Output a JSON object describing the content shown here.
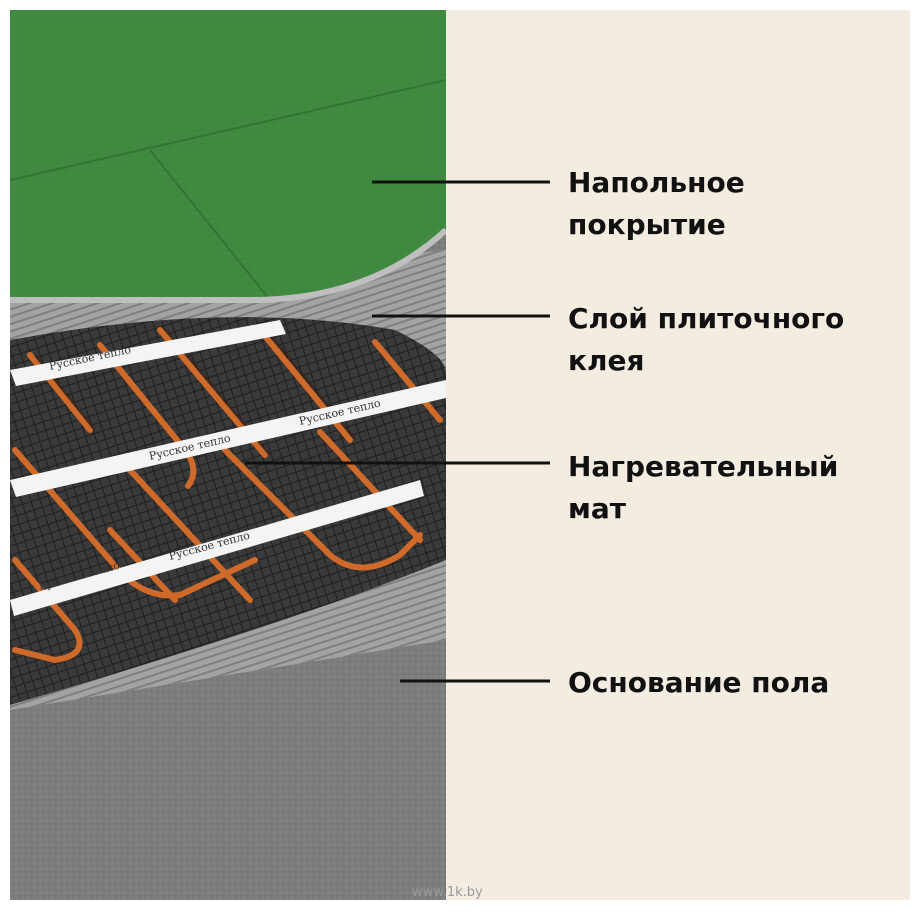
{
  "layers": [
    {
      "id": "floor-covering",
      "lines": [
        "Напольное",
        "покрытие"
      ]
    },
    {
      "id": "tile-adhesive",
      "lines": [
        "Слой плиточного",
        "клея"
      ]
    },
    {
      "id": "heating-mat",
      "lines": [
        "Нагревательный",
        "мат"
      ]
    },
    {
      "id": "floor-base",
      "lines": [
        "Основание пола"
      ]
    }
  ],
  "tape_text": "Русское тепло",
  "watermark": "www.1k.by",
  "colors": {
    "panel_background": "#f3ece0",
    "floor_covering": "#3f8a40",
    "adhesive": "#9a9a9a",
    "mesh": "#2f2f2f",
    "cable": "#d06a2a",
    "tape": "#f4f4f4",
    "base": "#7c7c7c",
    "leader_line": "#111111"
  },
  "icons": [
    "floor-layers-illustration"
  ]
}
